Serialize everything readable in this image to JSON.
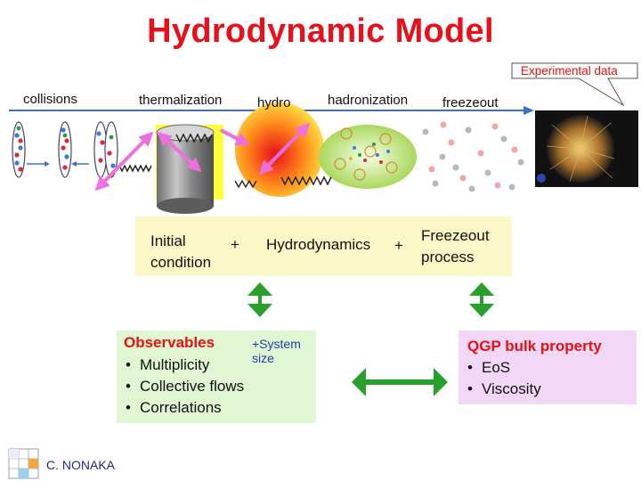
{
  "title": "Hydrodynamic Model",
  "callout": "Experimental data",
  "stages": [
    "collisions",
    "thermalization",
    "hydro",
    "hadronization",
    "freezeout"
  ],
  "main_box": {
    "initial_line1": "Initial",
    "initial_line2": "condition",
    "plus": "+",
    "hydrodynamics": "Hydrodynamics",
    "freezeout_line1": "Freezeout",
    "freezeout_line2": "process"
  },
  "observables": {
    "heading": "Observables",
    "system_size": "+System size",
    "items": [
      "Multiplicity",
      "Collective flows",
      "Correlations"
    ]
  },
  "qgp": {
    "heading": "QGP bulk property",
    "items": [
      "EoS",
      "Viscosity"
    ]
  },
  "author": "C. NONAKA",
  "colors": {
    "title": "#e8101b",
    "main_box": "#fbf7c6",
    "observables_box": "#e1f6d2",
    "qgp_box": "#f2d7f6",
    "arrow_green": "#27a12c",
    "timeline_arrow": "#3b73c4"
  }
}
